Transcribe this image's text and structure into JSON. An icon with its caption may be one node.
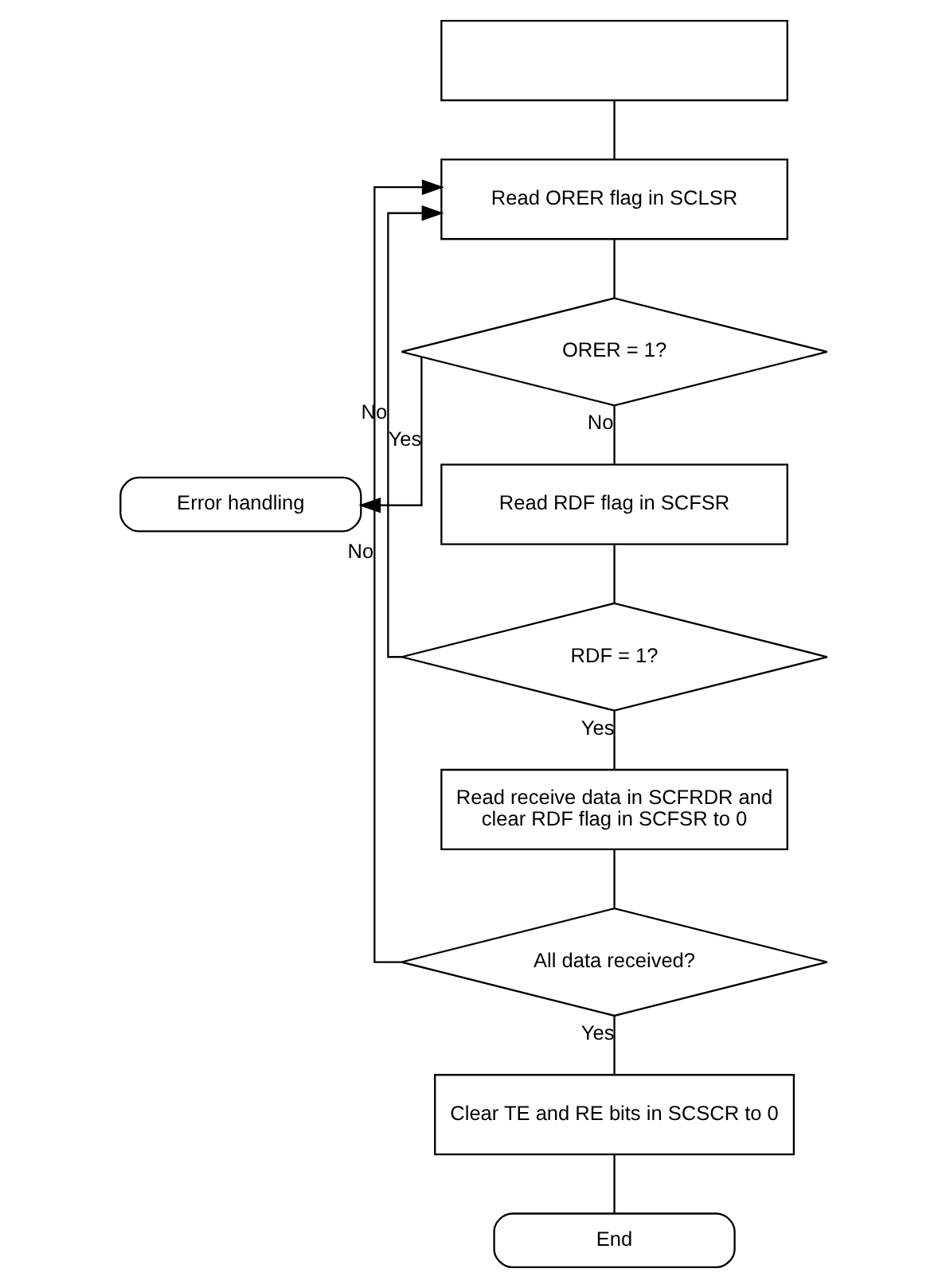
{
  "diagram": {
    "nodes": [
      {
        "text": [],
        "shape": "box"
      },
      {
        "text": [
          "Read ORER flag in SCLSR"
        ]
      },
      {
        "text": [
          "ORER = 1?"
        ]
      },
      {
        "text": [
          "Error handling"
        ]
      },
      {
        "text": [
          "Read RDF flag in SCFSR"
        ]
      },
      {
        "text": [
          "RDF = 1?"
        ]
      },
      {
        "text": [
          "Read receive data in SCFRDR and clear RDF flag in SCFSR to 0"
        ]
      },
      {
        "text": [
          "All data received?"
        ]
      },
      {
        "text": [
          "Clear TE and RE bits in SCSCR to 0"
        ]
      },
      {
        "text": [
          "End"
        ]
      }
    ],
    "edges": [
      {
        "from": 0,
        "to": 1,
        "arrow": "none"
      },
      {
        "from": 1,
        "to": 2,
        "arrow": "none"
      },
      {
        "from": 2,
        "to": 3,
        "arrow": "to",
        "label": "Yes"
      },
      {
        "from": 2,
        "to": 4,
        "arrow": "none",
        "label": "No"
      },
      {
        "from": 4,
        "to": 5,
        "arrow": "none"
      },
      {
        "from": 5,
        "to": 1,
        "arrow": "to",
        "label": "No"
      },
      {
        "from": 5,
        "to": 6,
        "arrow": "none",
        "label": "Yes"
      },
      {
        "from": 6,
        "to": 7,
        "arrow": "none"
      },
      {
        "from": 7,
        "to": 1,
        "arrow": "to",
        "label": "No"
      },
      {
        "from": 7,
        "to": 8,
        "arrow": "none",
        "label": "Yes"
      },
      {
        "from": 8,
        "to": 9,
        "arrow": "none"
      }
    ]
  }
}
